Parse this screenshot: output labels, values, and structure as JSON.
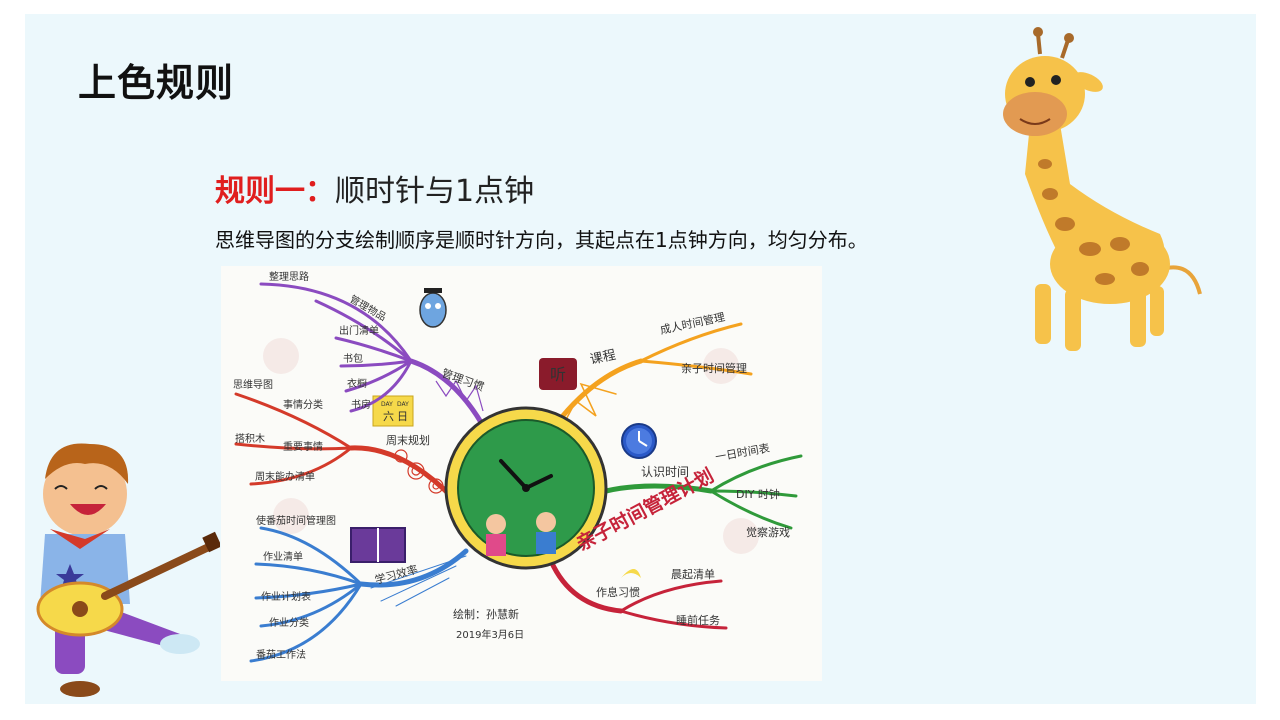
{
  "title": "上色规则",
  "rule": {
    "lead": "规则一：",
    "text": "顺时针与1点钟",
    "description": "思维导图的分支绘制顺序是顺时针方向，其起点在1点钟方向，均匀分布。"
  },
  "mindmap": {
    "center": "亲子时间管理计划",
    "calendar": [
      "DAY",
      "DAY",
      "六",
      "日"
    ],
    "listen_icon": "听",
    "signature": "绘制：孙慧新",
    "date": "2019年3月6日",
    "branches": {
      "orange": {
        "label": "课程",
        "items": [
          "成人时间管理",
          "亲子时间管理"
        ]
      },
      "green": {
        "label": "认识时间",
        "items": [
          "一日时间表",
          "DIY 时钟",
          "觉察游戏"
        ]
      },
      "red_bottom": {
        "label": "作息习惯",
        "items": [
          "晨起清单",
          "睡前任务"
        ]
      },
      "blue": {
        "label": "学习效率",
        "items": [
          "使番茄时间管理图",
          "作业清单",
          "作业计划表",
          "作业分类",
          "番茄工作法"
        ]
      },
      "red_left": {
        "label": "周末规划",
        "items": [
          "思维导图",
          "事情分类",
          "搭积木",
          "重要事情",
          "周末能办清单"
        ]
      },
      "purple": {
        "label": "管理习惯",
        "items": [
          "整理思路",
          "管理物品",
          "出门清单",
          "书包",
          "衣橱",
          "书房"
        ]
      }
    }
  },
  "decorations": [
    "giraffe-illustration",
    "boy-with-guitar-illustration"
  ]
}
